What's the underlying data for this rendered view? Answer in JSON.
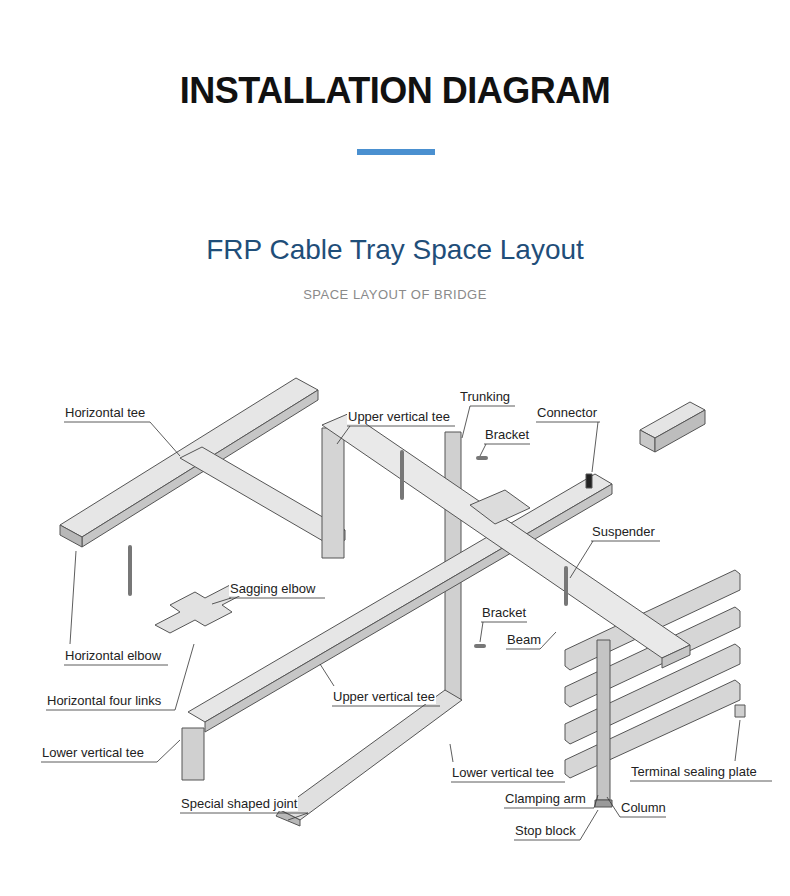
{
  "diagram": {
    "title": "INSTALLATION DIAGRAM",
    "labels": [
      "FRP Cable Tray Space Layout",
      "SPACE LAYOUT OF BRIDGE",
      "Horizontal tee",
      "Trunking",
      "Upper vertical tee",
      "Connector",
      "Bracket",
      "Suspender",
      "Sagging elbow",
      "Bracket",
      "Beam",
      "Horizontal elbow",
      "Horizontal four links",
      "Upper vertical tee",
      "Lower vertical tee",
      "Lower vertical tee",
      "Terminal sealing plate",
      "Clamping arm",
      "Column",
      "Special shaped joint",
      "Stop block"
    ]
  }
}
